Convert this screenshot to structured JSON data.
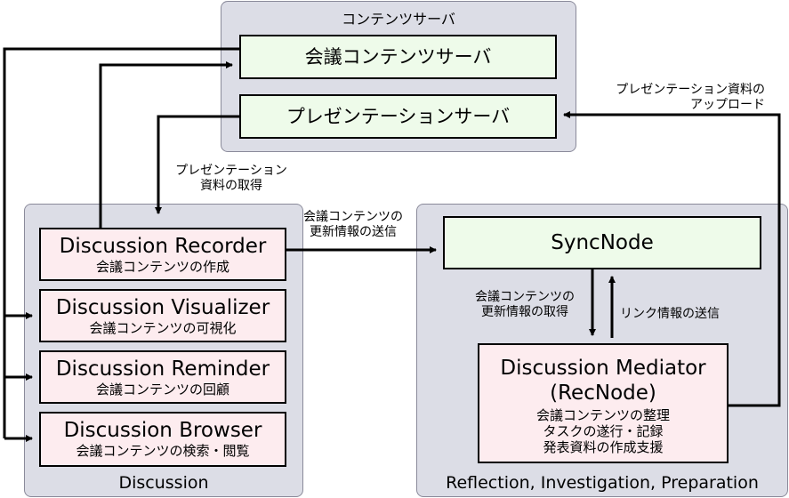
{
  "groups": {
    "content_server": "コンテンツサーバ",
    "discussion": "Discussion",
    "reflection": "Reflection, Investigation, Preparation"
  },
  "boxes": {
    "meeting_content_server": "会議コンテンツサーバ",
    "presentation_server": "プレゼンテーションサーバ",
    "recorder": {
      "title": "Discussion Recorder",
      "sub": "会議コンテンツの作成"
    },
    "visualizer": {
      "title": "Discussion Visualizer",
      "sub": "会議コンテンツの可視化"
    },
    "reminder": {
      "title": "Discussion Reminder",
      "sub": "会議コンテンツの回顧"
    },
    "browser": {
      "title": "Discussion Browser",
      "sub": "会議コンテンツの検索・閲覧"
    },
    "syncnode": "SyncNode",
    "mediator": {
      "title_line1": "Discussion Mediator",
      "title_line2": "(RecNode)",
      "lines": [
        "会議コンテンツの整理",
        "タスクの遂行・記録",
        "発表資料の作成支援"
      ]
    }
  },
  "labels": {
    "pres_get": [
      "プレゼンテーション",
      "資料の取得"
    ],
    "send_update": [
      "会議コンテンツの",
      "更新情報の送信"
    ],
    "get_update": [
      "会議コンテンツの",
      "更新情報の取得"
    ],
    "link_send": "リンク情報の送信",
    "pres_upload": [
      "プレゼンテーション資料の",
      "アップロード"
    ]
  }
}
